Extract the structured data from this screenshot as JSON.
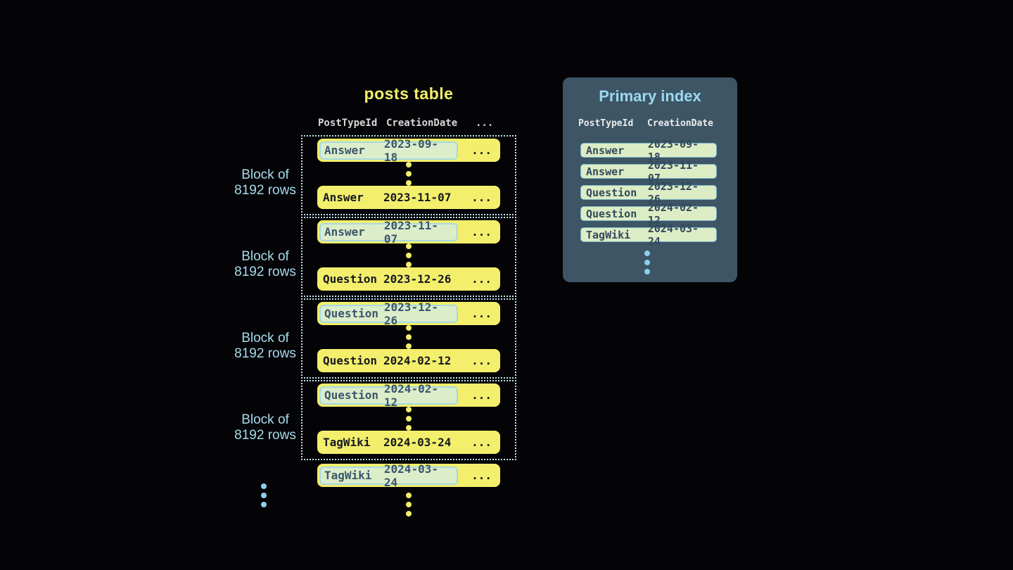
{
  "colors": {
    "bg": "#040407",
    "yellow": "#f3ef6c",
    "row-text": "#16191f",
    "hl-bg": "#dcedca",
    "hl-border": "#a6d9e5",
    "hl-text": "#3c566c",
    "dash": "#c3e6f0",
    "label-blue": "#a7daeb",
    "header-gray": "#d6d8d9",
    "panel-bg": "#3d5565",
    "panel-title": "#9cd8f0",
    "panel-header": "#eaeced",
    "irow-bg": "#dcedc6",
    "irow-border": "#7cb6c6",
    "irow-text": "#33495c",
    "blue-dot": "#8bd0ec"
  },
  "icons": {
    "vertical_ellipsis": "three-dots-vertical"
  },
  "posts_table": {
    "title": "posts table",
    "headers": [
      "PostTypeId",
      "CreationDate",
      "..."
    ],
    "row_ellipsis": "...",
    "blocks": [
      {
        "label": [
          "Block of",
          "8192 rows"
        ],
        "first": {
          "type": "Answer",
          "date": "2023-09-18"
        },
        "last": {
          "type": "Answer",
          "date": "2023-11-07"
        }
      },
      {
        "label": [
          "Block of",
          "8192 rows"
        ],
        "first": {
          "type": "Answer",
          "date": "2023-11-07"
        },
        "last": {
          "type": "Question",
          "date": "2023-12-26"
        }
      },
      {
        "label": [
          "Block of",
          "8192 rows"
        ],
        "first": {
          "type": "Question",
          "date": "2023-12-26"
        },
        "last": {
          "type": "Question",
          "date": "2024-02-12"
        }
      },
      {
        "label": [
          "Block of",
          "8192 rows"
        ],
        "first": {
          "type": "Question",
          "date": "2024-02-12"
        },
        "last": {
          "type": "TagWiki",
          "date": "2024-03-24"
        }
      }
    ],
    "overflow_row": {
      "type": "TagWiki",
      "date": "2024-03-24"
    }
  },
  "primary_index": {
    "title": "Primary index",
    "headers": [
      "PostTypeId",
      "CreationDate"
    ],
    "rows": [
      {
        "type": "Answer",
        "date": "2023-09-18"
      },
      {
        "type": "Answer",
        "date": "2023-11-07"
      },
      {
        "type": "Question",
        "date": "2023-12-26"
      },
      {
        "type": "Question",
        "date": "2024-02-12"
      },
      {
        "type": "TagWiki",
        "date": "2024-03-24"
      }
    ]
  }
}
